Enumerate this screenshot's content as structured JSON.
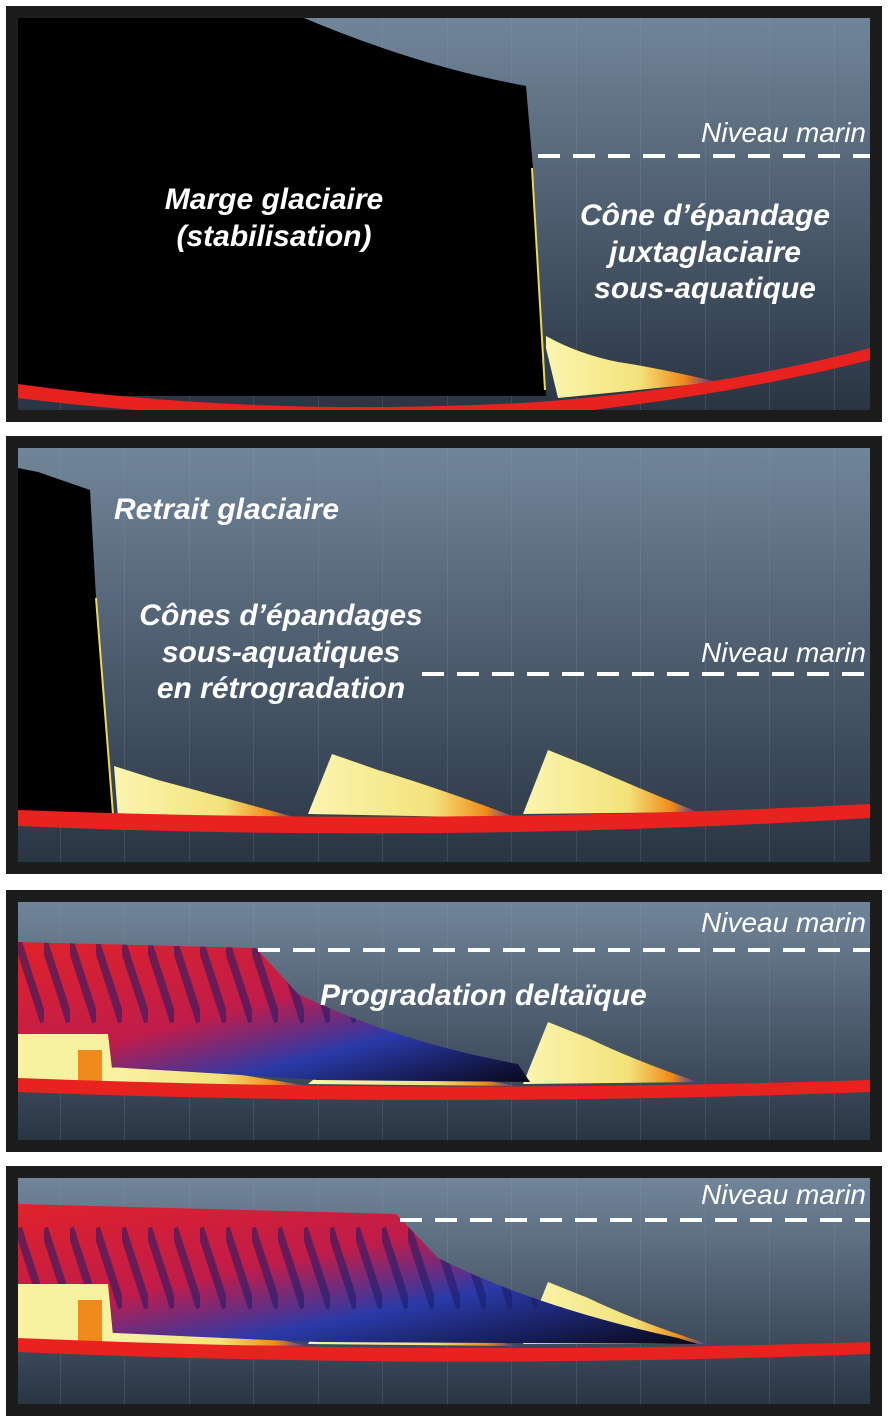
{
  "panels": [
    {
      "labels": {
        "sea_level": "Niveau marin",
        "ice": [
          "Marge glaciaire",
          "(stabilisation)"
        ],
        "fan": [
          "Cône d’épandage",
          "juxtaglaciaire",
          "sous-aquatique"
        ]
      }
    },
    {
      "labels": {
        "retreat": "Retrait glaciaire",
        "fans": [
          "Cônes d’épandages",
          "sous-aquatiques",
          "en rétrogradation"
        ],
        "sea_level": "Niveau marin"
      }
    },
    {
      "labels": {
        "sea_level": "Niveau marin",
        "delta": "Progradation deltaïque"
      }
    },
    {
      "labels": {
        "sea_level": "Niveau marin"
      }
    }
  ],
  "colors": {
    "sea_top": "#6f8399",
    "sea_bottom": "#2b3644",
    "bedrock": "#e8231f",
    "ice": "#000000",
    "fan_light": "#f7f2a0",
    "fan_orange": "#f08a1a",
    "delta_red": "#e0222a",
    "delta_blue": "#2a3aa8",
    "frame": "#1c1c1c"
  }
}
